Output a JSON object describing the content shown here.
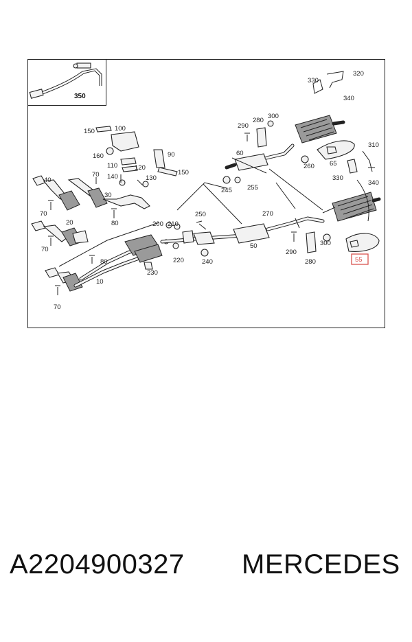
{
  "labels": {
    "l350": "350",
    "l330a": "330",
    "l320": "320",
    "l340a": "340",
    "l150a": "150",
    "l100": "100",
    "l160": "160",
    "l90": "90",
    "l110": "110",
    "l120": "120",
    "l150b": "150",
    "l40": "40",
    "l70a": "70",
    "l140": "140",
    "l130": "130",
    "l30": "30",
    "l80a": "80",
    "l70b": "70",
    "l20": "20",
    "l70c": "70",
    "l80b": "80",
    "l10": "10",
    "l70d": "70",
    "l200": "200",
    "l210": "210",
    "l220": "220",
    "l230": "230",
    "l250": "250",
    "l240": "240",
    "l50": "50",
    "l60": "60",
    "l245": "245",
    "l255": "255",
    "l290a": "290",
    "l280a": "280",
    "l300a": "300",
    "l260": "260",
    "l65": "65",
    "l310": "310",
    "l330b": "330",
    "l340b": "340",
    "l270": "270",
    "l290b": "290",
    "l280b": "280",
    "l300b": "300",
    "l55": "55"
  },
  "caption": {
    "part_number": "A2204900327",
    "brand": "MERCEDES"
  },
  "colors": {
    "highlight_border": "#d9534f",
    "line": "#222222"
  }
}
